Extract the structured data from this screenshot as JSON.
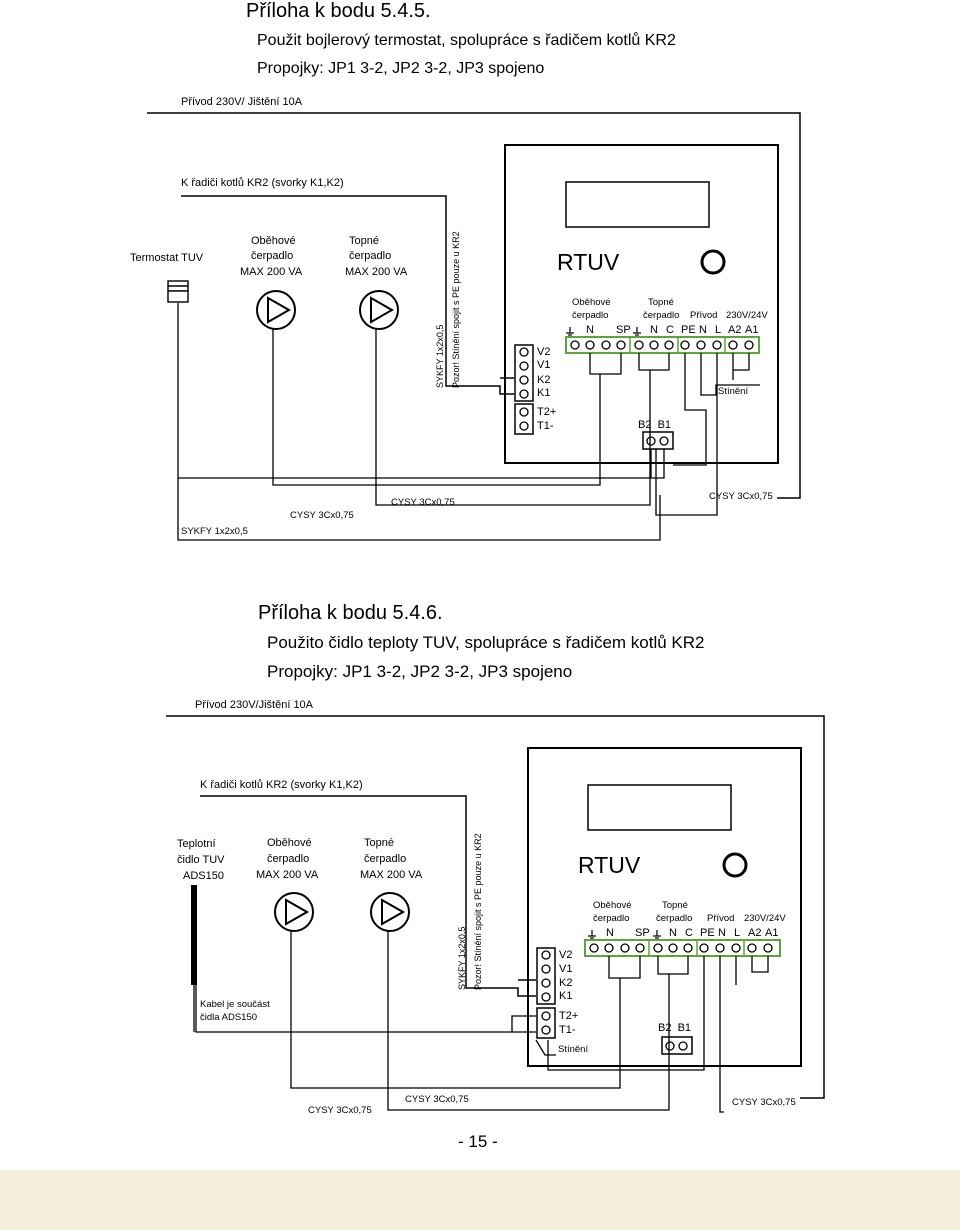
{
  "page_number": "- 15 -",
  "sections": [
    {
      "title": "Příloha k  bodu 5.4.5.",
      "subtitle": "Použit bojlerový termostat, spolupráce s řadičem kotlů KR2",
      "jumpers": "Propojky: JP1 3-2, JP2 3-2, JP3 spojeno",
      "supply": "Přívod 230V/ Jištění 10A",
      "to_controller": "K řadiči kotlů KR2 (svorky K1,K2)",
      "sensor_label": [
        "Termostat TUV"
      ],
      "pump1": {
        "l1": "Oběhové",
        "l2": "čerpadlo",
        "l3": "MAX 200 VA"
      },
      "pump2": {
        "l1": "Topné",
        "l2": "čerpadlo",
        "l3": "MAX 200 VA"
      },
      "cable_sykfy_vert": "SYKFY 1x2x0,5",
      "shield_note": "Pozor! Stínění spojit s PE pouze u KR2",
      "device": "RTUV",
      "term_head": {
        "obehove": "Oběhové",
        "cerpadlo1": "čerpadlo",
        "topne": "Topné",
        "cerpadlo2": "čerpadlo",
        "privod": "Přívod",
        "volt": "230V/24V"
      },
      "terms": [
        "N",
        "SP",
        "N",
        "C",
        "PE",
        "N",
        "L",
        "A2",
        "A1"
      ],
      "side_terms": [
        "V2",
        "V1",
        "K2",
        "K1",
        "T2+",
        "T1-"
      ],
      "b_terms": "B2  B1",
      "stineni": "Stínění",
      "cables": [
        "CYSY 3Cx0,75",
        "CYSY 3Cx0,75",
        "CYSY 3Cx0,75",
        "SYKFY 1x2x0,5"
      ],
      "cable_note": ""
    },
    {
      "title": "Příloha k  bodu  5.4.6.",
      "subtitle": "Použito čidlo teploty TUV, spolupráce s řadičem kotlů KR2",
      "jumpers": "Propojky:  JP1 3-2, JP2 3-2, JP3 spojeno",
      "supply": "Přívod 230V/Jištění 10A",
      "to_controller": "K řadiči kotlů KR2 (svorky K1,K2)",
      "sensor_label": [
        "Teplotní",
        "čidlo TUV",
        "ADS150"
      ],
      "pump1": {
        "l1": "Oběhové",
        "l2": "čerpadlo",
        "l3": "MAX 200 VA"
      },
      "pump2": {
        "l1": "Topné",
        "l2": "čerpadlo",
        "l3": "MAX 200 VA"
      },
      "cable_sykfy_vert": "SYKFY 1x2x0,5",
      "shield_note": "Pozor! Stínění spojit s PE pouze u KR2",
      "device": "RTUV",
      "term_head": {
        "obehove": "Oběhové",
        "cerpadlo1": "čerpadlo",
        "topne": "Topné",
        "cerpadlo2": "čerpadlo",
        "privod": "Přívod",
        "volt": "230V/24V"
      },
      "terms": [
        "N",
        "SP",
        "N",
        "C",
        "PE",
        "N",
        "L",
        "A2",
        "A1"
      ],
      "side_terms": [
        "V2",
        "V1",
        "K2",
        "K1",
        "T2+",
        "T1-"
      ],
      "b_terms": "B2  B1",
      "stineni": "Stínění",
      "cables": [
        "CYSY 3Cx0,75",
        "CYSY 3Cx0,75",
        "CYSY 3Cx0,75"
      ],
      "cable_note": "Kabel je součást\nčidla ADS150"
    }
  ]
}
